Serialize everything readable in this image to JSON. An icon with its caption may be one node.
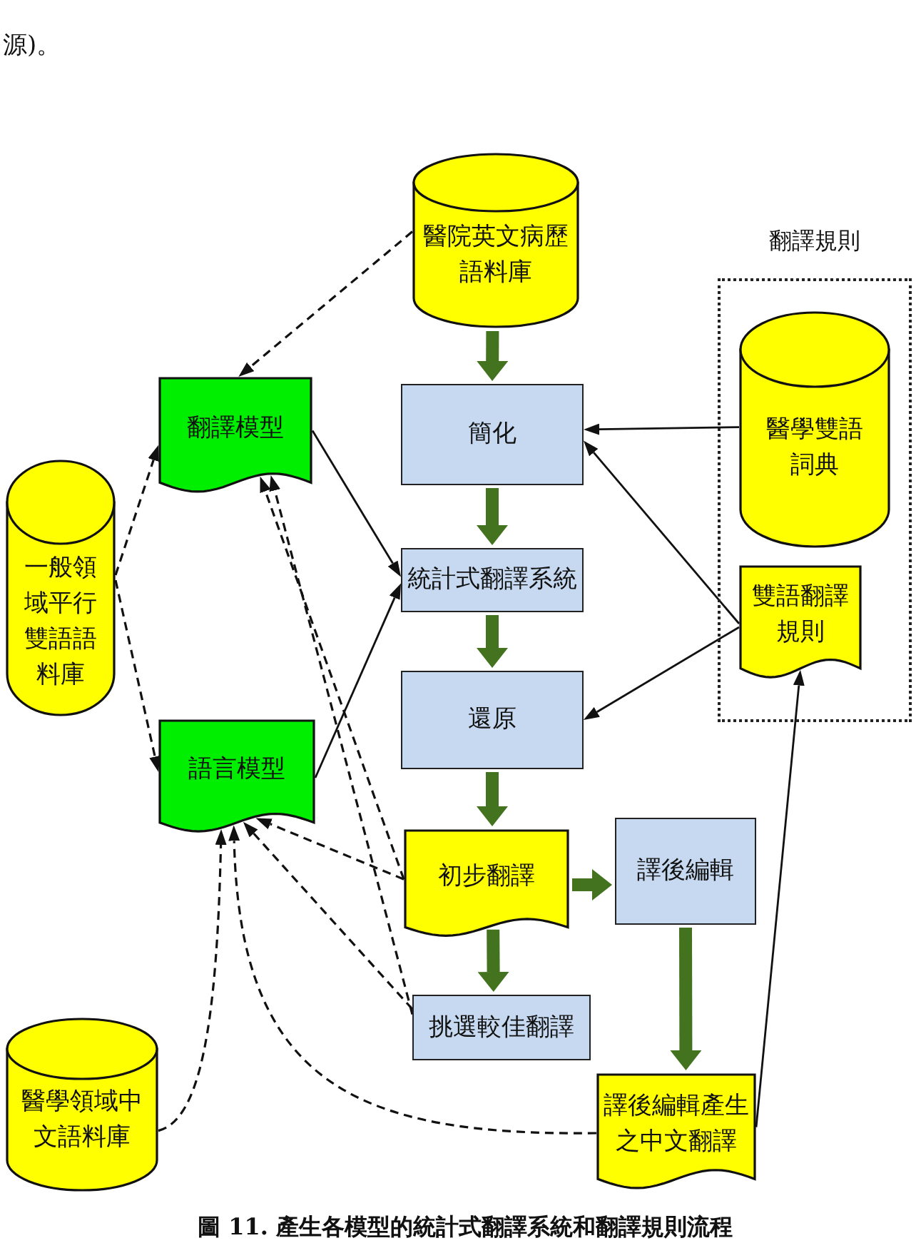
{
  "diagram": {
    "caption": "圖 11. 產生各模型的統計式翻譯系統和翻譯規則流程",
    "nodes": [
      {
        "text": [
          "醫院英文病歷語料庫"
        ]
      },
      {
        "text": [
          "翻譯規則"
        ]
      },
      {
        "text": [
          "翻譯模型"
        ]
      },
      {
        "text": [
          "簡化"
        ]
      },
      {
        "text": [
          "醫學雙語詞典"
        ],
        "in": 1
      },
      {
        "text": [
          "一般領域平行雙語語料庫"
        ]
      },
      {
        "text": [
          "統計式翻譯系統"
        ]
      },
      {
        "text": [
          "雙語翻譯規則"
        ],
        "in": 1
      },
      {
        "text": [
          "還原"
        ]
      },
      {
        "text": [
          "語言模型"
        ]
      },
      {
        "text": [
          "初步翻譯"
        ]
      },
      {
        "text": [
          "譯後編輯"
        ]
      },
      {
        "text": [
          "挑選較佳翻譯"
        ]
      },
      {
        "text": [
          "醫學領域中文語料庫"
        ]
      },
      {
        "text": [
          "譯後編輯產生之中文翻譯"
        ]
      }
    ],
    "edges": [
      {
        "from": 0,
        "to": 3,
        "arrow": "to",
        "style": "thick",
        "color": "#43731f"
      },
      {
        "from": 3,
        "to": 6,
        "arrow": "to",
        "style": "thick",
        "color": "#43731f"
      },
      {
        "from": 6,
        "to": 8,
        "arrow": "to",
        "style": "thick",
        "color": "#43731f"
      },
      {
        "from": 8,
        "to": 10,
        "arrow": "to",
        "style": "thick",
        "color": "#43731f"
      },
      {
        "from": 10,
        "to": 11,
        "arrow": "to",
        "style": "thick",
        "color": "#43731f"
      },
      {
        "from": 10,
        "to": 12,
        "arrow": "to",
        "style": "thick",
        "color": "#43731f"
      },
      {
        "from": 11,
        "to": 14,
        "arrow": "to",
        "style": "thick",
        "color": "#43731f"
      },
      {
        "from": 0,
        "to": 2,
        "arrow": "to",
        "style": "dashed"
      },
      {
        "from": 5,
        "to": 2,
        "arrow": "to",
        "style": "dashed"
      },
      {
        "from": 5,
        "to": 9,
        "arrow": "to",
        "style": "dashed"
      },
      {
        "from": 2,
        "to": 6,
        "arrow": "to"
      },
      {
        "from": 9,
        "to": 6,
        "arrow": "to"
      },
      {
        "from": 4,
        "to": 3,
        "arrow": "to"
      },
      {
        "from": 7,
        "to": 3,
        "arrow": "to"
      },
      {
        "from": 7,
        "to": 8,
        "arrow": "to"
      },
      {
        "from": 14,
        "to": 7,
        "arrow": "to"
      },
      {
        "from": 10,
        "to": 2,
        "arrow": "to",
        "style": "dashed"
      },
      {
        "from": 12,
        "to": 2,
        "arrow": "to",
        "style": "dashed"
      },
      {
        "from": 10,
        "to": 9,
        "arrow": "to",
        "style": "dashed"
      },
      {
        "from": 12,
        "to": 9,
        "arrow": "to",
        "style": "dashed"
      },
      {
        "from": 13,
        "to": 9,
        "arrow": "to",
        "style": "dashed"
      },
      {
        "from": 14,
        "to": 9,
        "arrow": "to",
        "style": "dashed"
      }
    ],
    "labels": [
      "源)。"
    ]
  }
}
